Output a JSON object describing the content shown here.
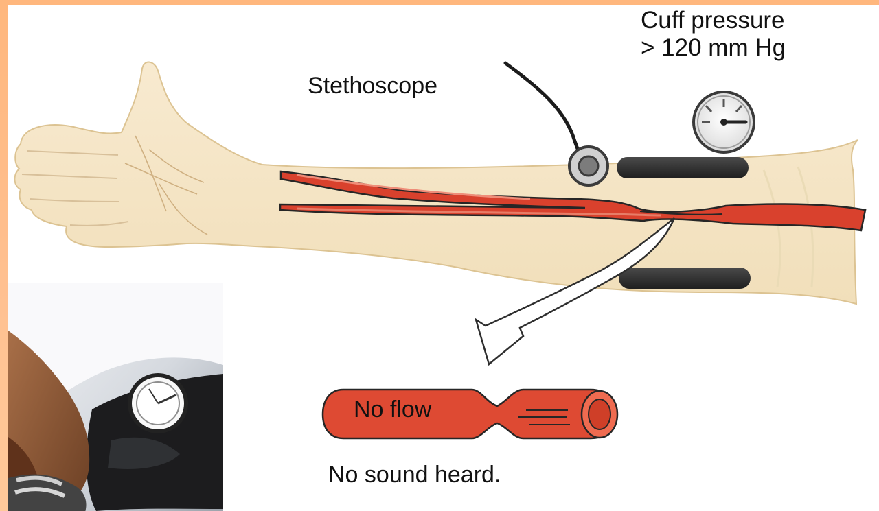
{
  "labels": {
    "stethoscope": "Stethoscope",
    "cuff_pressure_line1": "Cuff pressure",
    "cuff_pressure_line2": "> 120 mm Hg",
    "no_flow": "No flow",
    "no_sound": "No sound heard."
  },
  "icons": {
    "gauge": "pressure-gauge-icon",
    "stethoscope": "stethoscope-icon",
    "arrow": "curved-arrow-icon",
    "vessel": "occluded-artery-icon"
  },
  "colors": {
    "background": "#ffb77d",
    "skin": "#f6e4c1",
    "artery": "#d9412d",
    "artery_outline": "#2f2f2f",
    "cuff": "#3a3a3a",
    "vessel_fill": "#de4a33"
  }
}
